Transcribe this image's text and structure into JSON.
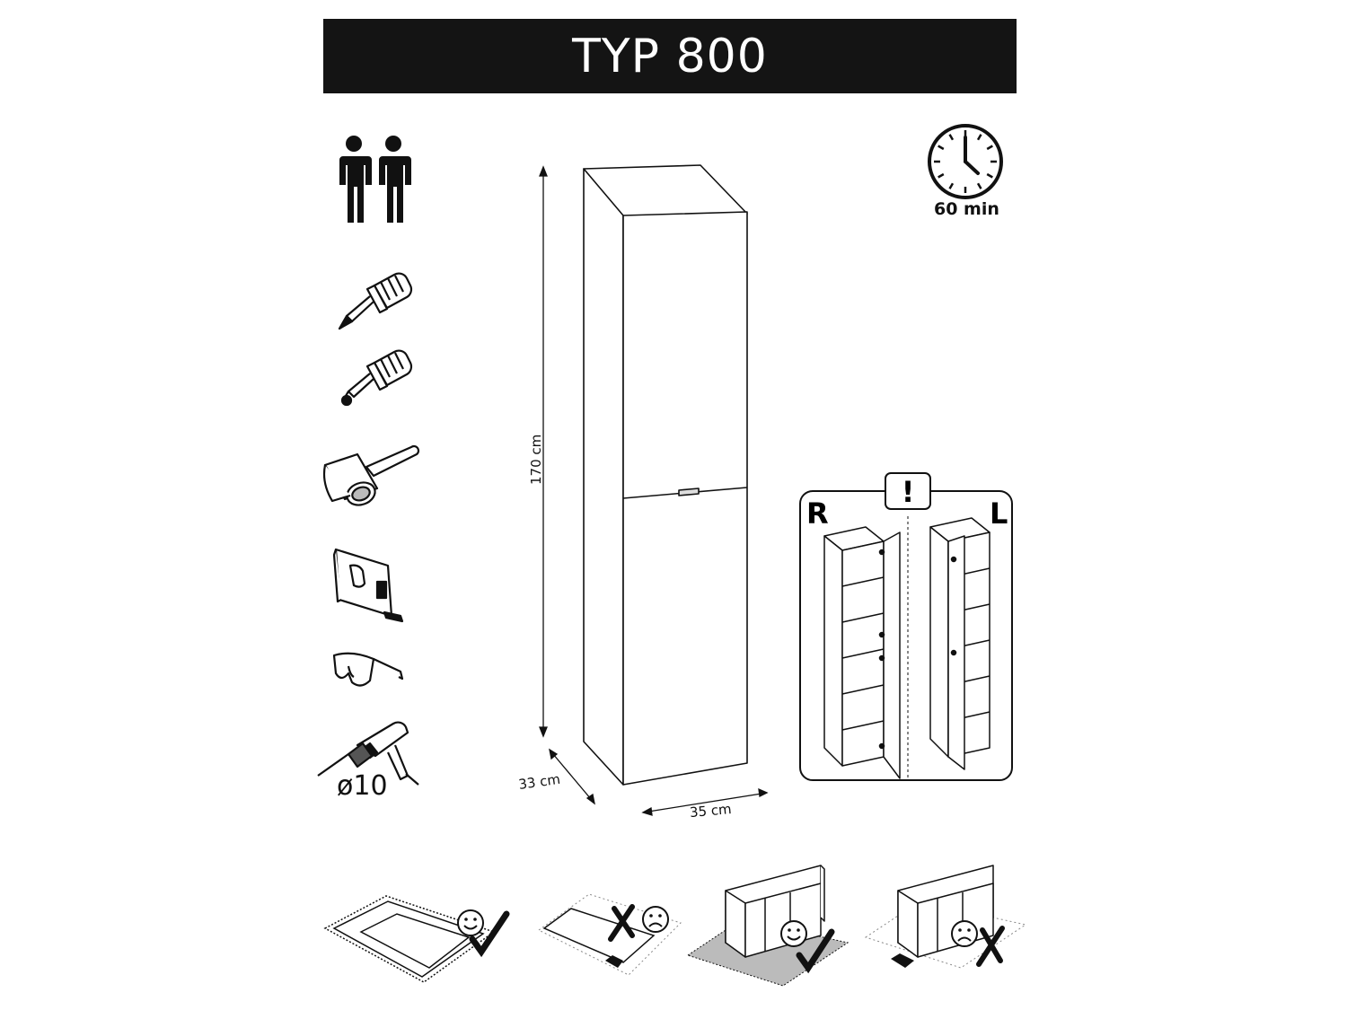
{
  "header": {
    "title": "TYP 800"
  },
  "tools": {
    "people_icon": "two-persons-icon",
    "items": [
      "flat-screwdriver-icon",
      "phillips-screwdriver-icon",
      "rubber-mallet-icon",
      "tape-measure-icon",
      "safety-glasses-icon",
      "power-drill-icon"
    ],
    "drill_bit_label": "ø10"
  },
  "time": {
    "label": "60 min",
    "icon": "clock-icon"
  },
  "dimensions": {
    "height": "170 cm",
    "depth": "33 cm",
    "width": "35 cm"
  },
  "orientation": {
    "right_label": "R",
    "left_label": "L",
    "warning_symbol": "!"
  },
  "assembly_tips": [
    {
      "icon": "soft-surface-ok-icon",
      "status": "ok"
    },
    {
      "icon": "hard-surface-bad-icon",
      "status": "bad"
    },
    {
      "icon": "upright-on-mat-ok-icon",
      "status": "ok"
    },
    {
      "icon": "upright-on-floor-bad-icon",
      "status": "bad"
    }
  ]
}
